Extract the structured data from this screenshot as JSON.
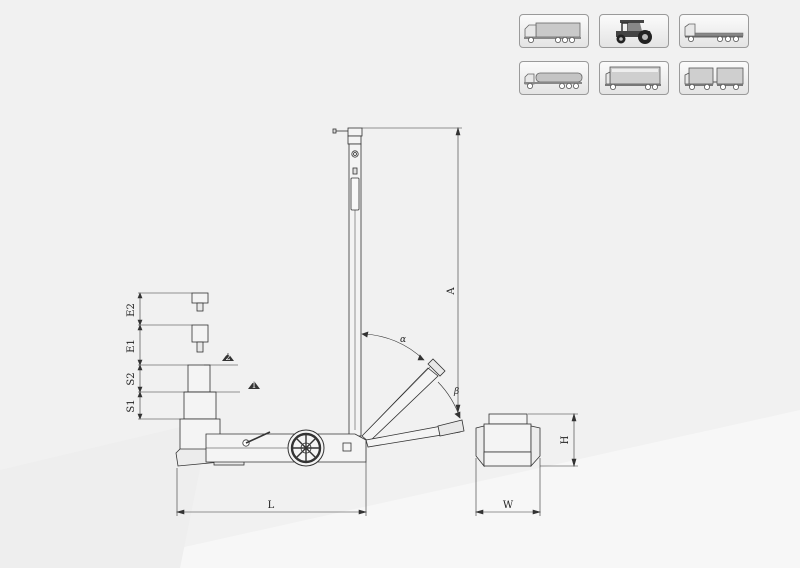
{
  "vehicle_icons": [
    {
      "name": "covered-truck-icon"
    },
    {
      "name": "tractor-icon"
    },
    {
      "name": "flatbed-truck-icon"
    },
    {
      "name": "tanker-truck-icon"
    },
    {
      "name": "box-truck-icon"
    },
    {
      "name": "truck-trailer-icon"
    }
  ],
  "diagram": {
    "dim_labels": {
      "A": "A",
      "L": "L",
      "W": "W",
      "H": "H",
      "S1": "S1",
      "S2": "S2",
      "E1": "E1",
      "E2": "E2",
      "alpha": "α",
      "beta": "β"
    },
    "stage_markers": [
      "1",
      "2"
    ]
  },
  "colors": {
    "line": "#333333",
    "fill_light": "#f4f4f4",
    "fill_body": "#e6e6e6",
    "background": "#f1f1f1"
  }
}
